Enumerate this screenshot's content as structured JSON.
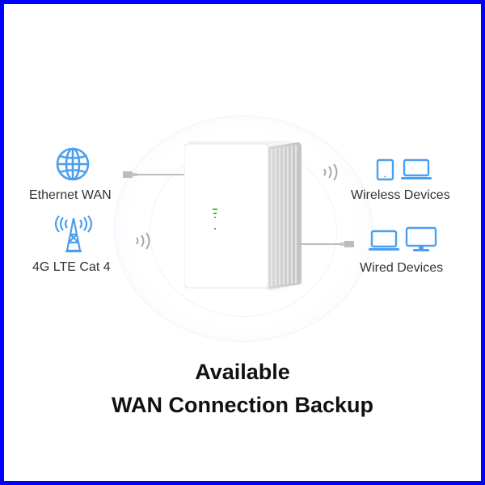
{
  "left": {
    "ethernet": {
      "label": "Ethernet WAN",
      "icon": "globe-icon"
    },
    "lte": {
      "label": "4G LTE Cat 4",
      "icon": "cell-tower-icon"
    }
  },
  "right": {
    "wireless": {
      "label": "Wireless Devices",
      "icons": [
        "tablet-icon",
        "laptop-icon"
      ]
    },
    "wired": {
      "label": "Wired Devices",
      "icons": [
        "laptop-icon",
        "monitor-icon"
      ]
    }
  },
  "headline": {
    "line1": "Available",
    "line2": "WAN Connection Backup"
  },
  "colors": {
    "border": "#0000ff",
    "icon_blue": "#4a9ff0",
    "led_green": "#3dbf3a",
    "text": "#333333"
  }
}
